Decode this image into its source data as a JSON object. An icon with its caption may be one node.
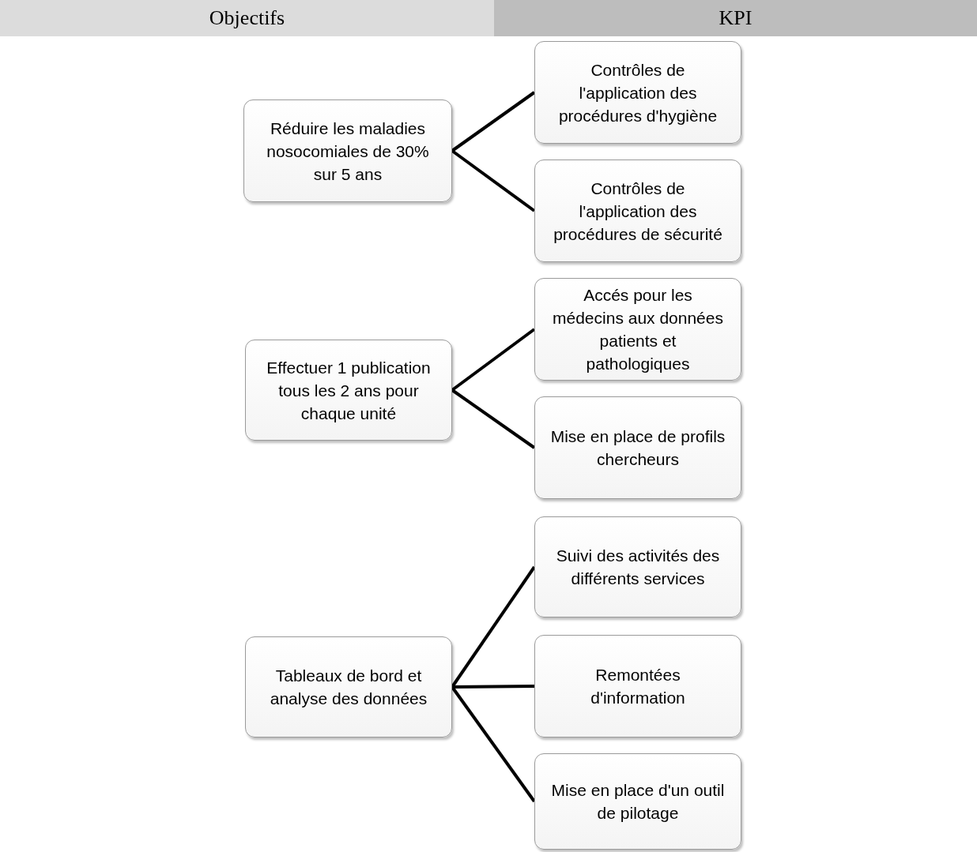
{
  "diagram": {
    "nodes": [
      {
        "text": [
          "Objectifs"
        ]
      },
      {
        "text": [
          "KPI"
        ]
      },
      {
        "text": [
          "Réduire les maladies nosocomiales de 30% sur 5 ans"
        ]
      },
      {
        "text": [
          "Contrôles de l'application des procédures d'hygiène"
        ]
      },
      {
        "text": [
          "Contrôles de l'application des procédures de sécurité"
        ]
      },
      {
        "text": [
          "Effectuer 1 publication tous les 2 ans pour chaque unité"
        ]
      },
      {
        "text": [
          "Accés pour les médecins aux données patients et pathologiques"
        ]
      },
      {
        "text": [
          "Mise en place de profils chercheurs"
        ]
      },
      {
        "text": [
          "Tableaux de bord et analyse des données"
        ]
      },
      {
        "text": [
          "Suivi des activités des différents services"
        ]
      },
      {
        "text": [
          "Remontées d'information"
        ]
      },
      {
        "text": [
          "Mise en place d'un outil de pilotage"
        ]
      }
    ],
    "edges": [
      {
        "from": 2,
        "to": 3,
        "arrow": "none"
      },
      {
        "from": 2,
        "to": 4,
        "arrow": "none"
      },
      {
        "from": 5,
        "to": 6,
        "arrow": "none"
      },
      {
        "from": 5,
        "to": 7,
        "arrow": "none"
      },
      {
        "from": 8,
        "to": 9,
        "arrow": "none"
      },
      {
        "from": 8,
        "to": 10,
        "arrow": "none"
      },
      {
        "from": 8,
        "to": 11,
        "arrow": "none"
      }
    ]
  }
}
